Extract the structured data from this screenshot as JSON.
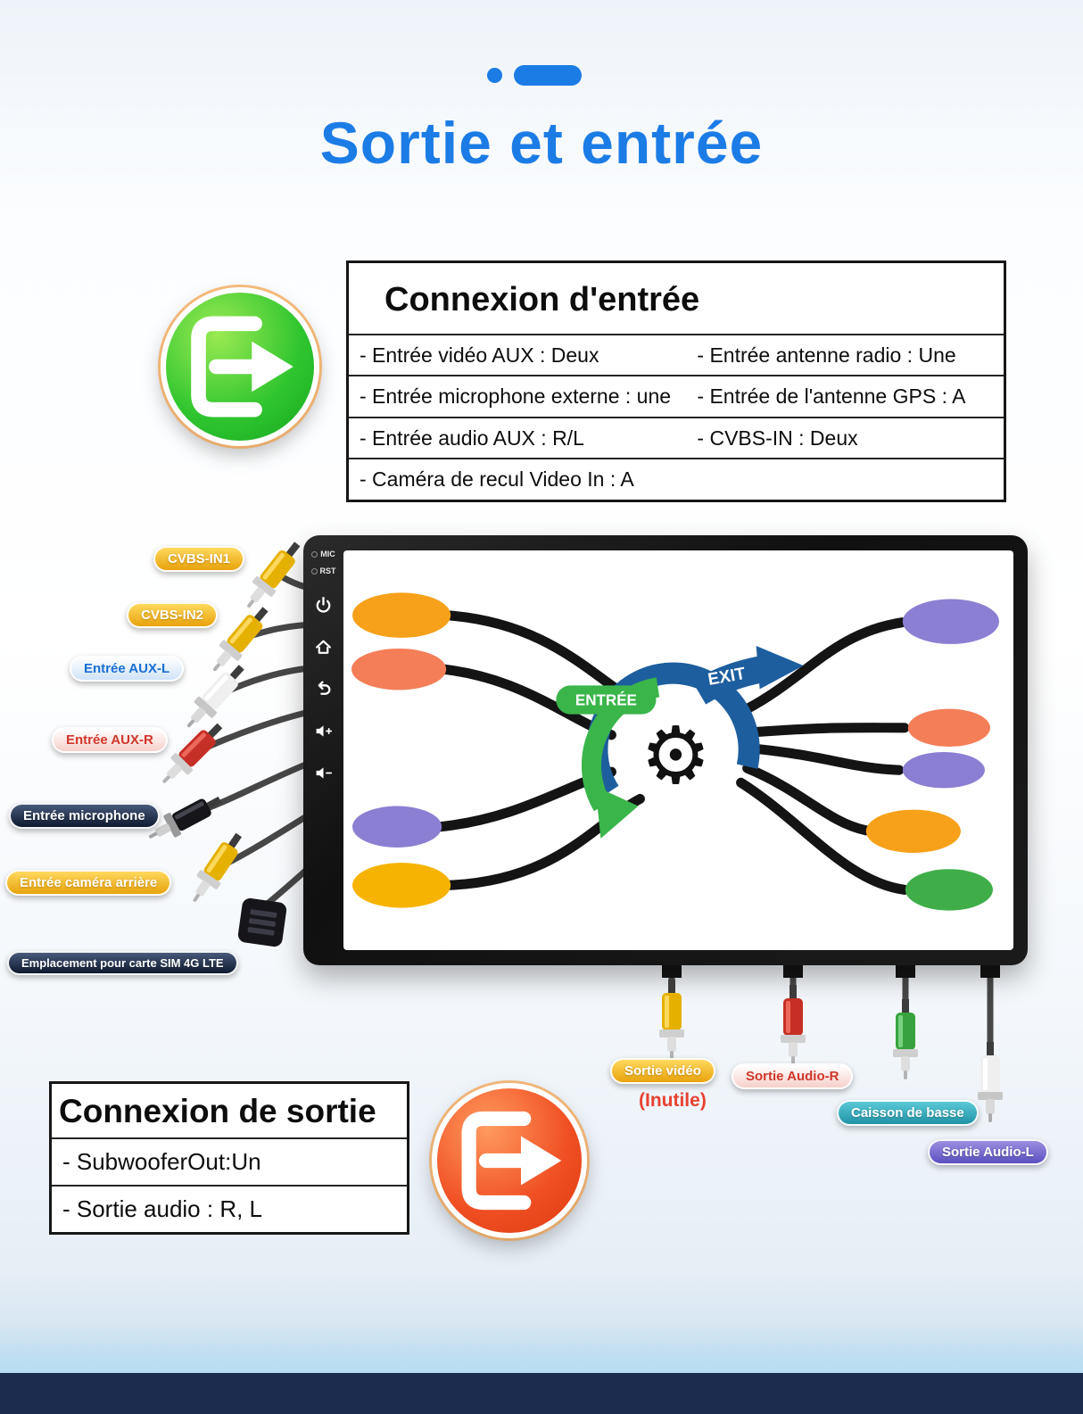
{
  "header": {
    "title": "Sortie et entrée"
  },
  "input_panel": {
    "title": "Connexion d'entrée",
    "rows": [
      {
        "left": "- Entrée vidéo AUX : Deux",
        "right": "- Entrée antenne radio : Une"
      },
      {
        "left": "- Entrée microphone externe : une",
        "right": "- Entrée de l'antenne GPS : A"
      },
      {
        "left": "- Entrée audio AUX : R/L",
        "right": "- CVBS-IN : Deux"
      },
      {
        "left": "- Caméra de recul Video In : A",
        "right": ""
      }
    ]
  },
  "device": {
    "mic_label": "MIC",
    "rst_label": "RST",
    "screen": {
      "entree_label": "ENTRÉE",
      "exit_label": "EXIT"
    }
  },
  "input_connectors": {
    "cvbs_in1": "CVBS-IN1",
    "cvbs_in2": "CVBS-IN2",
    "aux_l": "Entrée AUX-L",
    "aux_r": "Entrée AUX-R",
    "microphone": "Entrée microphone",
    "camera": "Entrée caméra arrière",
    "sim": "Emplacement pour carte SIM 4G LTE"
  },
  "output_connectors": {
    "video": "Sortie vidéo",
    "video_note": "(Inutile)",
    "audio_r": "Sortie Audio-R",
    "subwoofer": "Caisson de basse",
    "audio_l": "Sortie Audio-L"
  },
  "output_panel": {
    "title": "Connexion de sortie",
    "rows": [
      "- SubwooferOut:Un",
      "- Sortie audio : R, L"
    ]
  },
  "icons": {
    "gear": "⚙"
  },
  "colors": {
    "title_blue": "#1c7ce6",
    "input_green": "#2fc52f",
    "output_orange": "#f04f23",
    "flow_blue": "#1d5e9e",
    "flow_green": "#3ab54a",
    "footer_navy": "#1c2c4e"
  }
}
